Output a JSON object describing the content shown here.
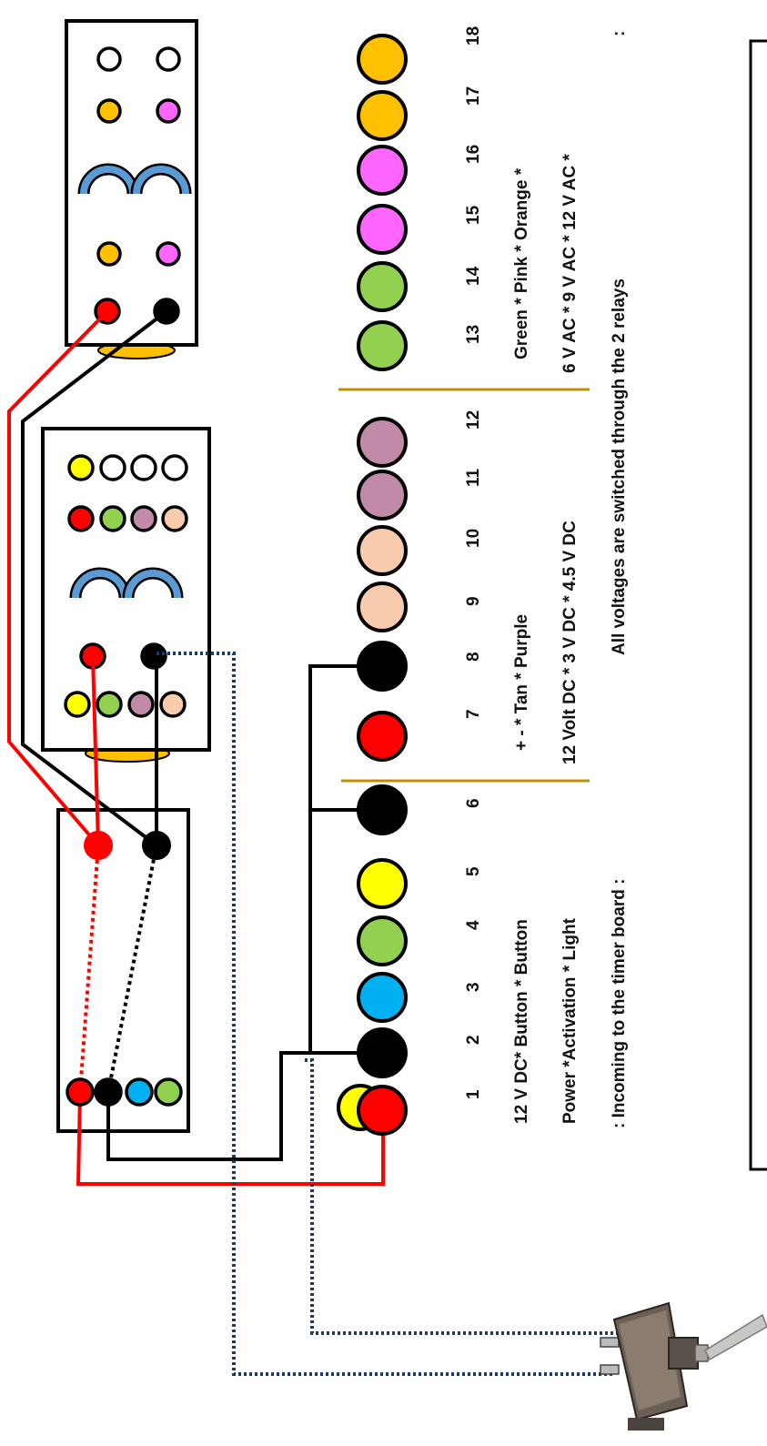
{
  "pin_numbers": [
    "1",
    "2",
    "3",
    "4",
    "5",
    "6",
    "7",
    "8",
    "9",
    "10",
    "11",
    "12",
    "13",
    "14",
    "15",
    "16",
    "17",
    "18"
  ],
  "label_rows": {
    "row1": {
      "a": "12 V DC* Button  * Button",
      "b": "+    -  *  Tan   *  Purple",
      "c": "Green   *  Pink   * Orange *"
    },
    "row2": {
      "a": "Power  *Activation * Light",
      "b": "12 Volt DC * 3 V DC   * 4.5 V DC",
      "c": "6 V AC    * 9 V AC  * 12 V AC *"
    },
    "row3": {
      "a": ": Incoming to the timer board  :",
      "b": "All voltages are switched through the 2 relays",
      "c": ":"
    }
  },
  "colors": {
    "red": "#ff0000",
    "black": "#000000",
    "yellow": "#ffff00",
    "green": "#92d050",
    "blue": "#00b0f0",
    "tan": "#f7cbac",
    "purple": "#c08aa8",
    "pink": "#ff66ff",
    "orange": "#ffc000",
    "gold": "#bf9000",
    "coil_blue": "#5b9bd5",
    "navy": "#1f3864"
  },
  "connector_pins": [
    {
      "pin": "1",
      "color": "red"
    },
    {
      "pin": "2",
      "color": "black"
    },
    {
      "pin": "3",
      "color": "blue"
    },
    {
      "pin": "4",
      "color": "green"
    },
    {
      "pin": "5",
      "color": "yellow"
    },
    {
      "pin": "6",
      "color": "black"
    },
    {
      "pin": "7",
      "color": "red"
    },
    {
      "pin": "8",
      "color": "black"
    },
    {
      "pin": "9",
      "color": "tan"
    },
    {
      "pin": "10",
      "color": "tan"
    },
    {
      "pin": "11",
      "color": "purple"
    },
    {
      "pin": "12",
      "color": "purple"
    },
    {
      "pin": "13",
      "color": "green"
    },
    {
      "pin": "14",
      "color": "green"
    },
    {
      "pin": "15",
      "color": "pink"
    },
    {
      "pin": "16",
      "color": "pink"
    },
    {
      "pin": "17",
      "color": "orange"
    },
    {
      "pin": "18",
      "color": "orange"
    }
  ]
}
